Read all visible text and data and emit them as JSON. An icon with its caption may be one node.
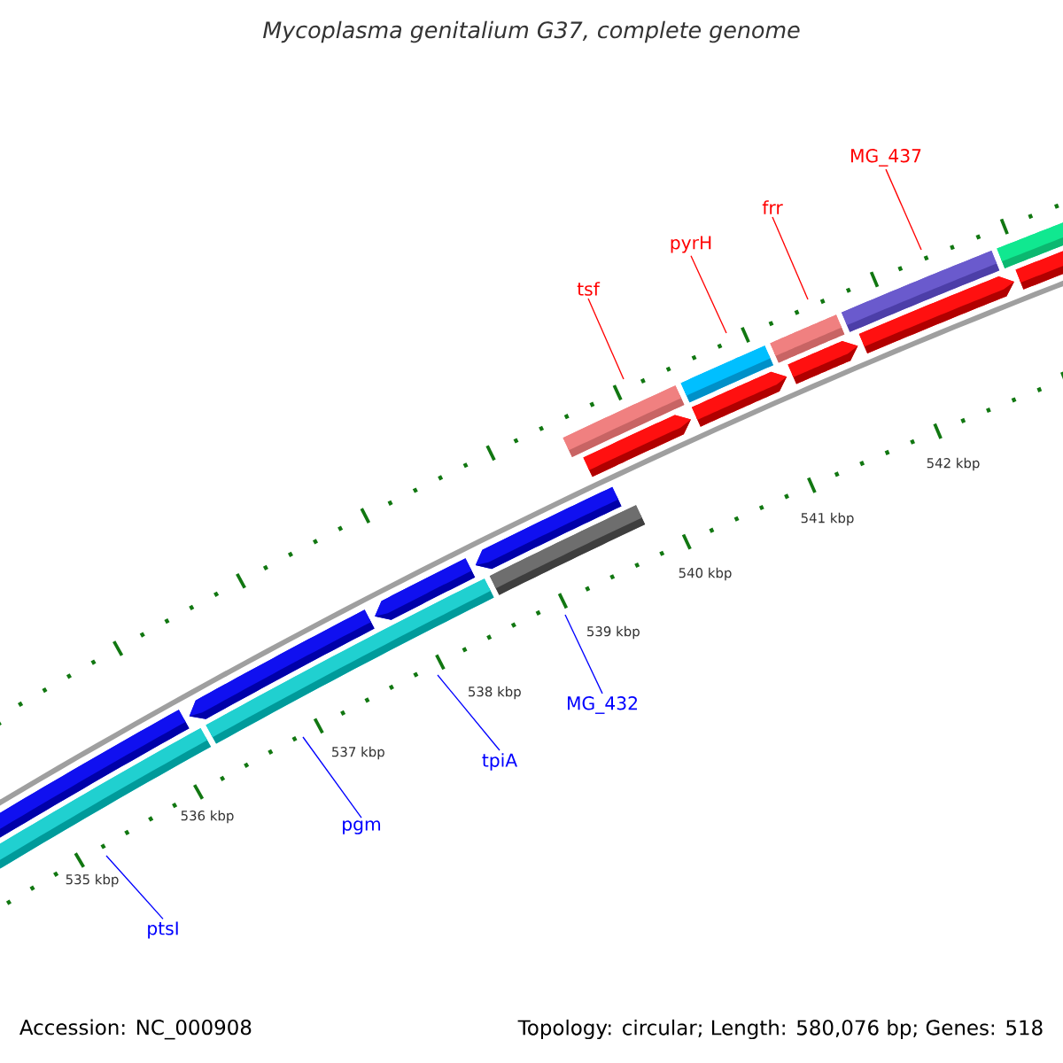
{
  "diagram": {
    "title": "Mycoplasma genitalium G37, complete genome",
    "nodes": [
      {
        "text": [
          "MG_437"
        ]
      },
      {
        "text": [
          "frr"
        ]
      },
      {
        "text": [
          "pyrH"
        ]
      },
      {
        "text": [
          "tsf"
        ]
      },
      {
        "text": [
          "MG_432"
        ]
      },
      {
        "text": [
          "tpiA"
        ]
      },
      {
        "text": [
          "pgm"
        ]
      },
      {
        "text": [
          "ptsI"
        ]
      }
    ],
    "edges": [
      {
        "from": 0,
        "to": null,
        "arrow": "none",
        "color": "#ff0000"
      },
      {
        "from": 1,
        "to": null,
        "arrow": "none",
        "color": "#ff0000"
      },
      {
        "from": 2,
        "to": null,
        "arrow": "none",
        "color": "#ff0000"
      },
      {
        "from": 3,
        "to": null,
        "arrow": "none",
        "color": "#ff0000"
      },
      {
        "from": 4,
        "to": null,
        "arrow": "none",
        "color": "#0000ff"
      },
      {
        "from": 5,
        "to": null,
        "arrow": "none",
        "color": "#0000ff"
      },
      {
        "from": 6,
        "to": null,
        "arrow": "none",
        "color": "#0000ff"
      },
      {
        "from": 7,
        "to": null,
        "arrow": "none",
        "color": "#0000ff"
      }
    ],
    "labels": [
      "542 kbp",
      "541 kbp",
      "540 kbp",
      "539 kbp",
      "538 kbp",
      "537 kbp",
      "536 kbp",
      "535 kbp",
      "Accession: NC_000908",
      "Topology: circular; Length: 580,076 bp; Genes: 518"
    ]
  }
}
